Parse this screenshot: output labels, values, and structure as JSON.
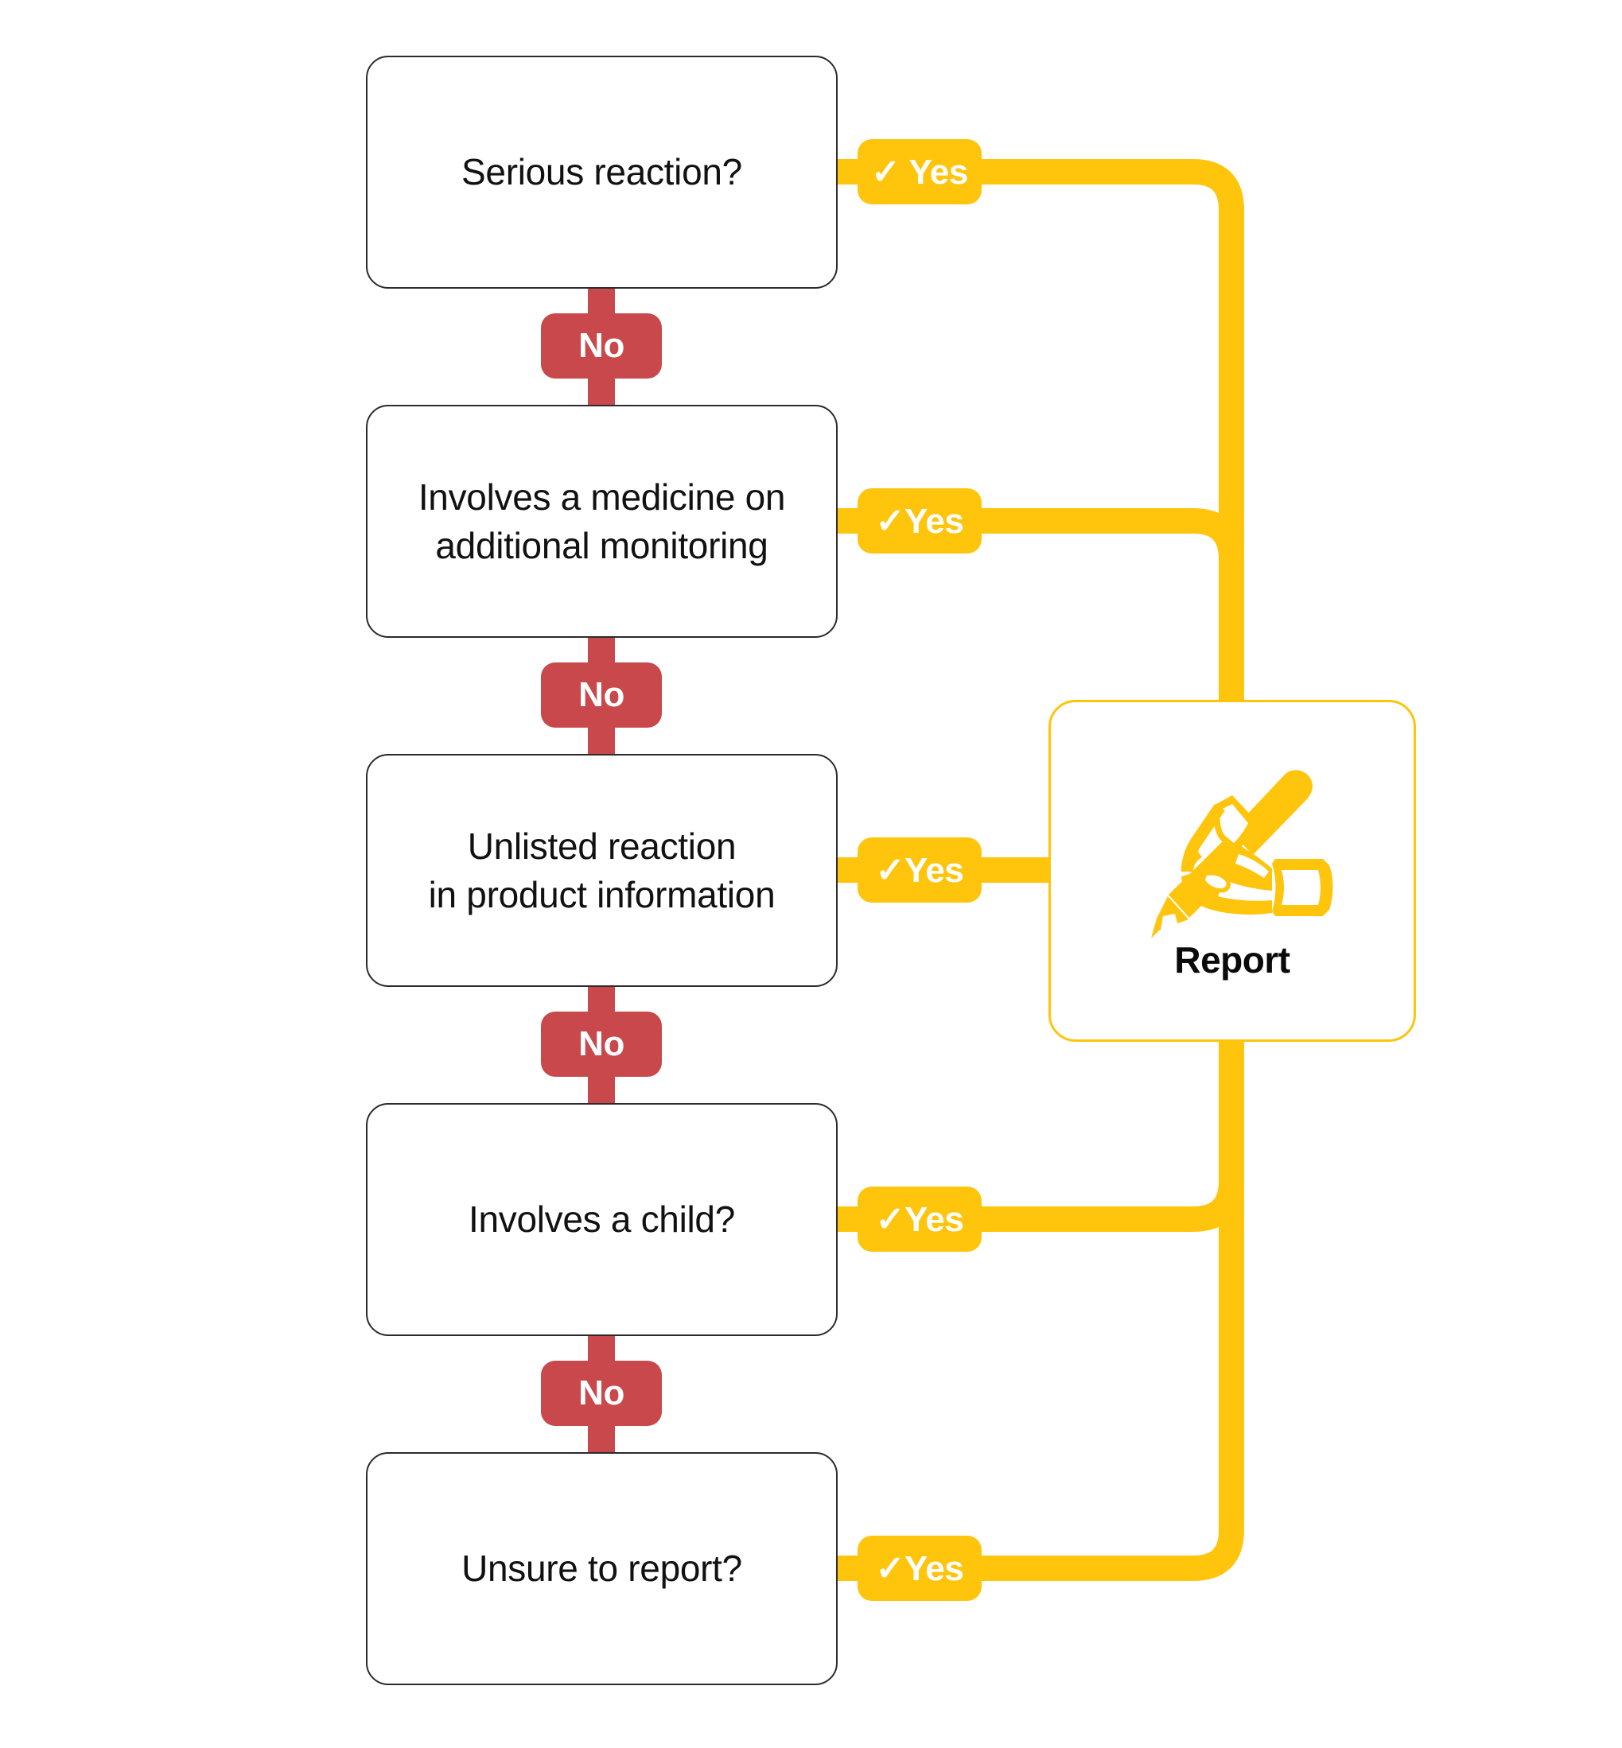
{
  "diagram": {
    "title": "Adverse reaction reporting decision flowchart",
    "colors": {
      "yes": "#FFC40C",
      "no": "#C8484B",
      "box_border": "#2b2b2b",
      "text": "#111111",
      "background": "#ffffff"
    },
    "questions": [
      {
        "id": "serious-reaction",
        "text": "Serious reaction?"
      },
      {
        "id": "additional-monitoring",
        "text": "Involves a medicine on\nadditional monitoring"
      },
      {
        "id": "unlisted-reaction",
        "text": "Unlisted reaction\nin product information"
      },
      {
        "id": "involves-child",
        "text": "Involves a child?"
      },
      {
        "id": "unsure-to-report",
        "text": "Unsure to report?"
      }
    ],
    "yes_edges": [
      {
        "label": "✓ Yes",
        "from": "serious-reaction",
        "to": "report"
      },
      {
        "label": "✓Yes",
        "from": "additional-monitoring",
        "to": "report"
      },
      {
        "label": "✓Yes",
        "from": "unlisted-reaction",
        "to": "report"
      },
      {
        "label": "✓Yes",
        "from": "involves-child",
        "to": "report"
      },
      {
        "label": "✓Yes",
        "from": "unsure-to-report",
        "to": "report"
      }
    ],
    "no_edges": [
      {
        "label": "No",
        "from": "serious-reaction",
        "to": "additional-monitoring"
      },
      {
        "label": "No",
        "from": "additional-monitoring",
        "to": "unlisted-reaction"
      },
      {
        "label": "No",
        "from": "unlisted-reaction",
        "to": "involves-child"
      },
      {
        "label": "No",
        "from": "involves-child",
        "to": "unsure-to-report"
      }
    ],
    "outcome": {
      "id": "report",
      "label": "Report",
      "icon": "hand-writing-with-pencil-icon"
    }
  }
}
